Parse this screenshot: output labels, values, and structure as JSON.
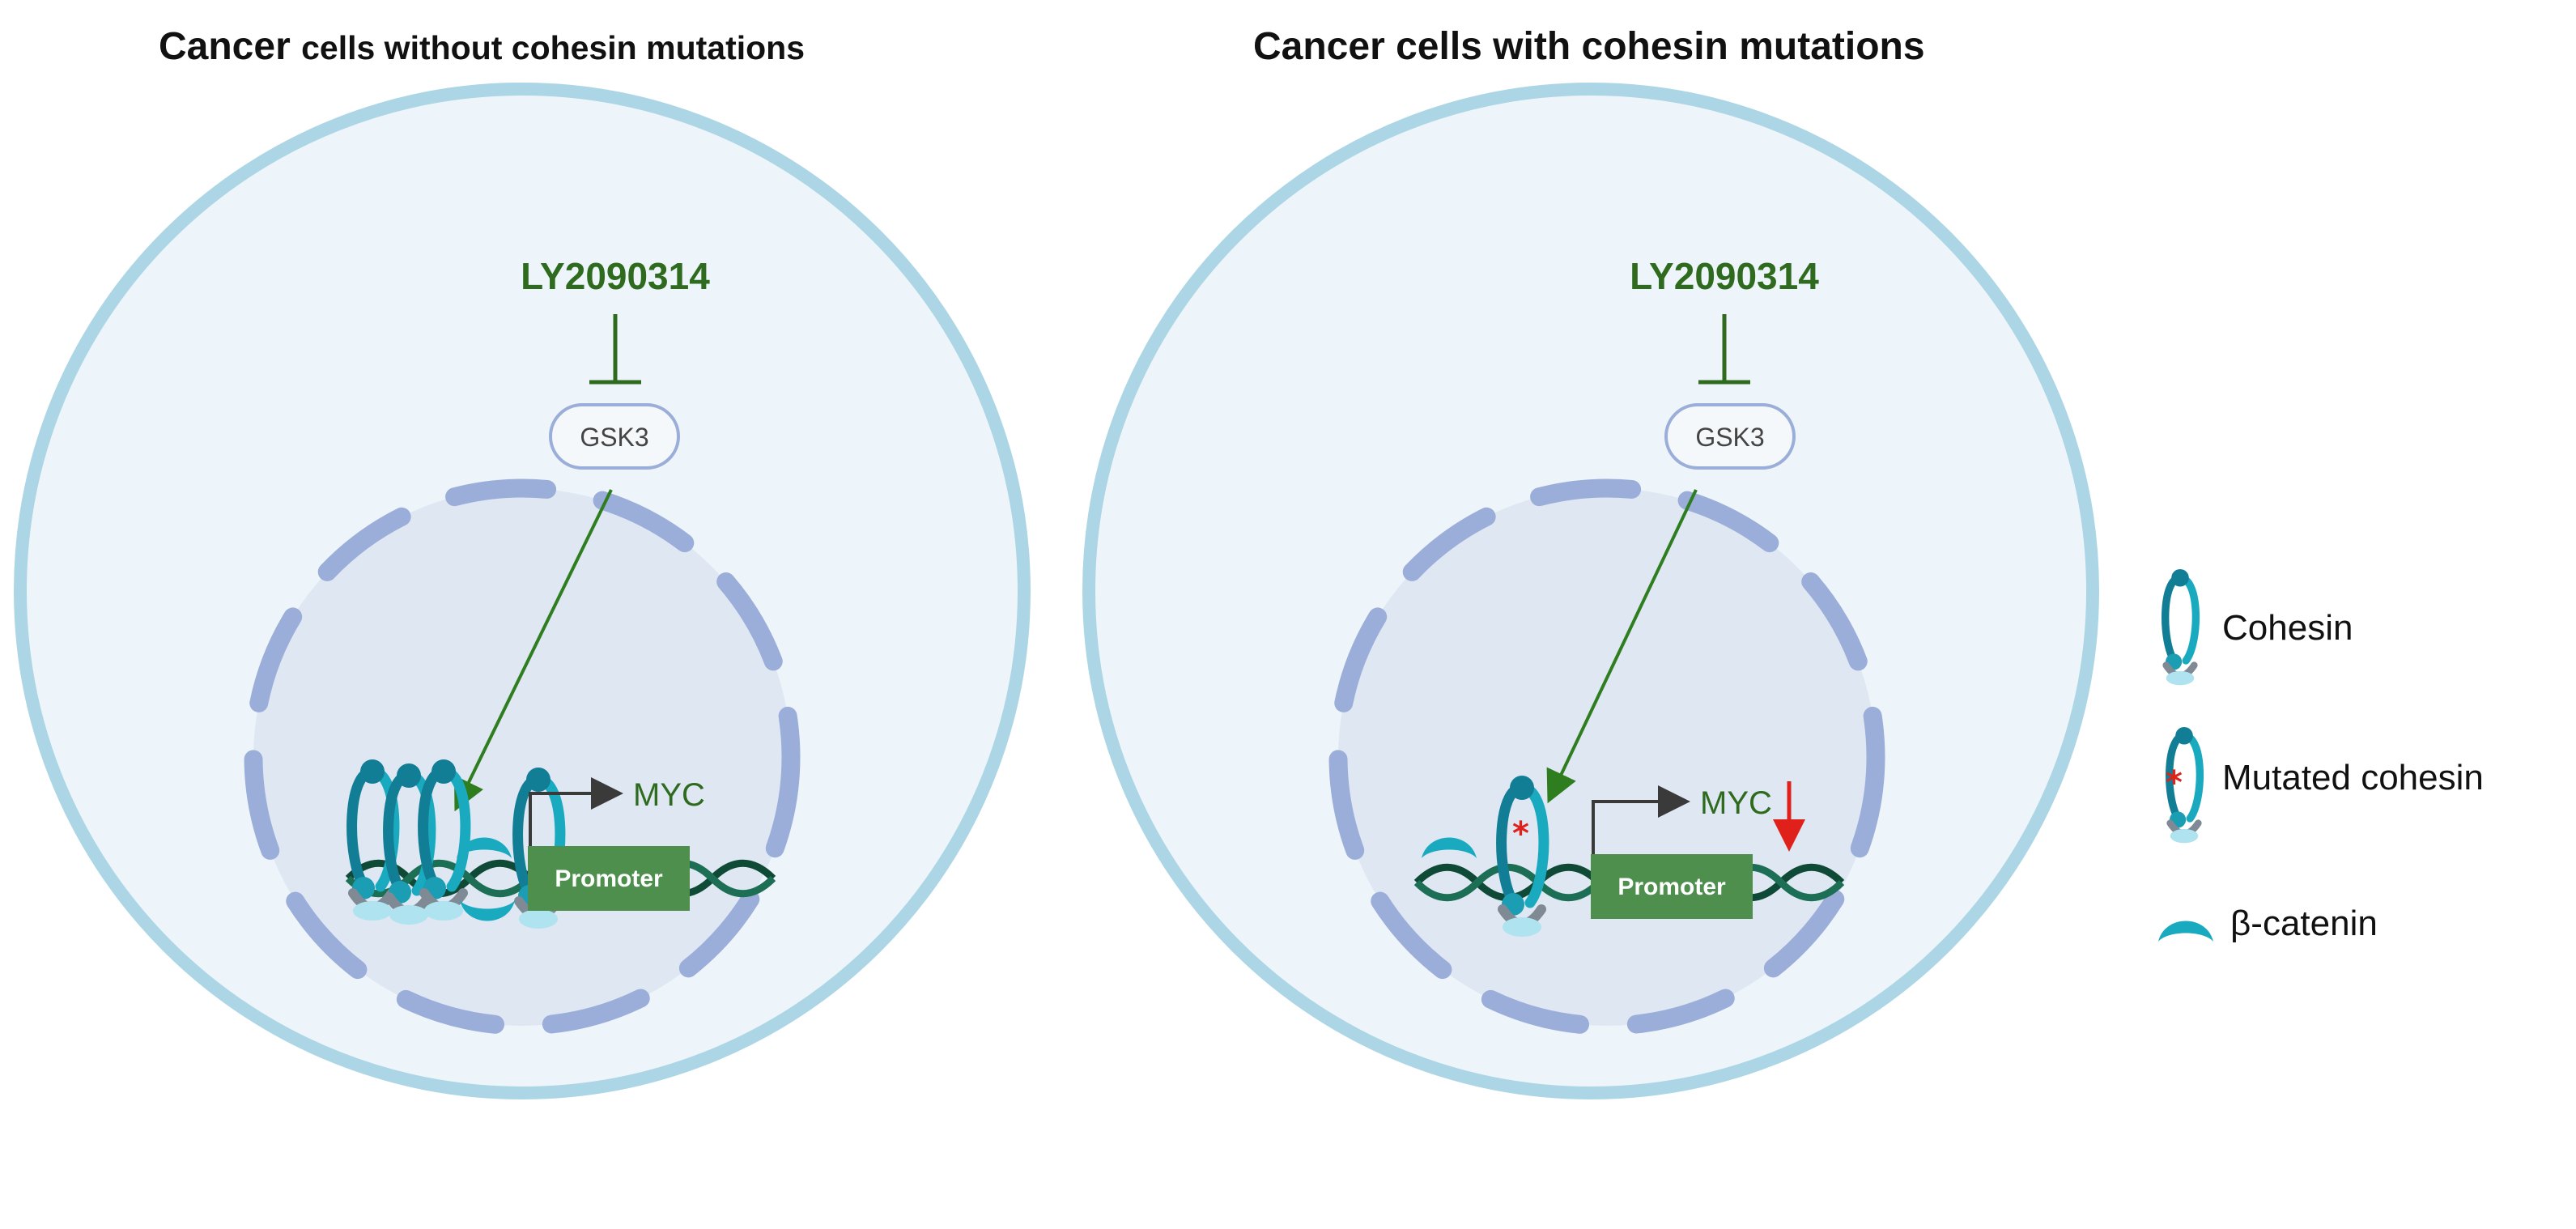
{
  "titles": {
    "left_big": "Cancer",
    "left_small": "cells without cohesin mutations",
    "right": "Cancer cells with cohesin mutations"
  },
  "left": {
    "drug": "LY2090314",
    "kinase": "GSK3",
    "gene": "MYC",
    "promoter": "Promoter"
  },
  "right": {
    "drug": "LY2090314",
    "kinase": "GSK3",
    "gene": "MYC",
    "promoter": "Promoter"
  },
  "legend": {
    "cohesin": "Cohesin",
    "mutated_cohesin": "Mutated cohesin",
    "beta_catenin": "β-catenin"
  },
  "colors": {
    "drug_green": "#2e6b1e",
    "promoter_green": "#4e8f4e",
    "dna_dark": "#0f4a37",
    "cohesin_teal": "#19aac0",
    "cohesin_dark": "#127e95",
    "cell_fill": "#eef5fa",
    "cell_border": "#acd6e5",
    "nucleus_fill": "#dfe7f3",
    "envelope": "#9aaed9",
    "downregulation_arrow": "#e0201b"
  }
}
